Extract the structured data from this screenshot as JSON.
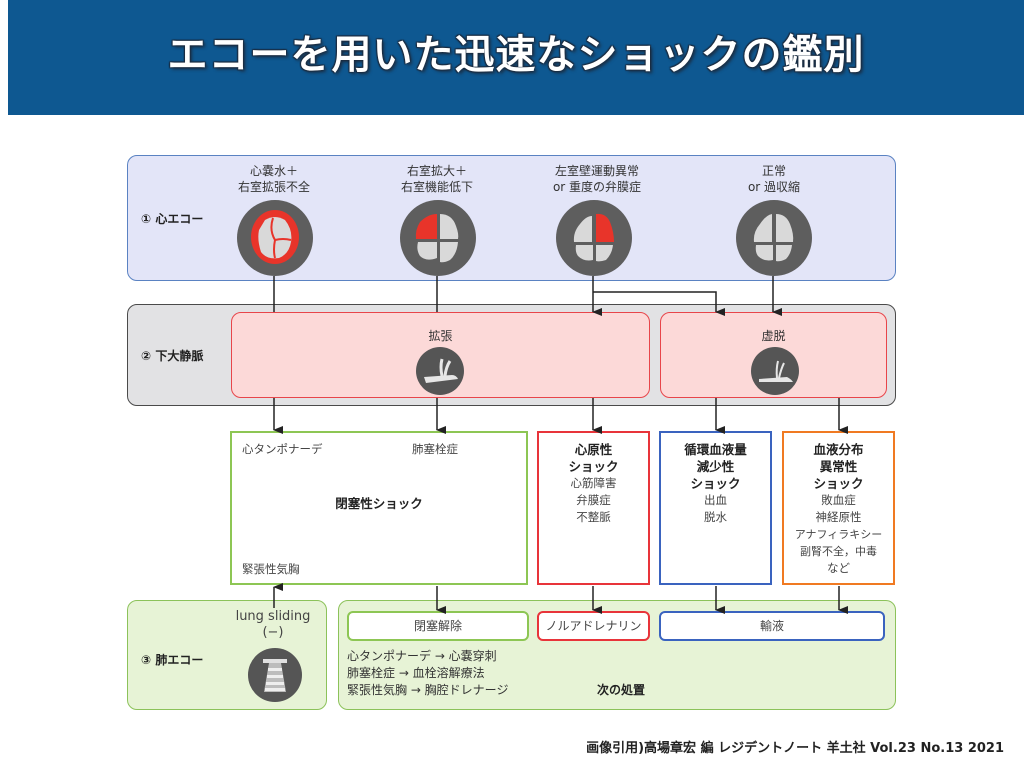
{
  "header": {
    "title": "エコーを用いた迅速なショックの鑑別"
  },
  "steps": {
    "heart": {
      "label": "① 心エコー"
    },
    "ivc": {
      "label": "② 下大静脈"
    },
    "lung": {
      "label": "③ 肺エコー"
    }
  },
  "heart_findings": [
    {
      "line1": "心嚢水＋",
      "line2": "右室拡張不全",
      "icon": "heart-pericardial-effusion-icon"
    },
    {
      "line1": "右室拡大＋",
      "line2": "右室機能低下",
      "icon": "heart-rv-dilation-icon"
    },
    {
      "line1": "左室壁運動異常",
      "line2": "or 重度の弁膜症",
      "icon": "heart-lv-dysfunction-icon"
    },
    {
      "line1": "正常",
      "line2": "or 過収縮",
      "icon": "heart-normal-icon"
    }
  ],
  "ivc_findings": [
    {
      "label": "拡張",
      "icon": "ivc-dilated-icon"
    },
    {
      "label": "虚脱",
      "icon": "ivc-collapsed-icon"
    }
  ],
  "shock_types": {
    "obstructive": {
      "title": "閉塞性ショック",
      "items": [
        "心タンポナーデ",
        "肺塞栓症",
        "緊張性気胸"
      ]
    },
    "cardiogenic": {
      "title_lines": [
        "心原性",
        "ショック"
      ],
      "items": [
        "心筋障害",
        "弁膜症",
        "不整脈"
      ]
    },
    "hypovolemic": {
      "title_lines": [
        "循環血液量",
        "減少性",
        "ショック"
      ],
      "items": [
        "出血",
        "脱水"
      ]
    },
    "distributive": {
      "title_lines": [
        "血液分布",
        "異常性",
        "ショック"
      ],
      "items": [
        "敗血症",
        "神経原性",
        "アナフィラキシー",
        "副腎不全，中毒",
        "など"
      ]
    }
  },
  "lung_echo": {
    "finding_line1": "lung sliding",
    "finding_line2": "(−)",
    "icon": "lung-sliding-absent-icon"
  },
  "treatments": {
    "release": "閉塞解除",
    "noradrenaline": "ノルアドレナリン",
    "fluids": "輸液",
    "details": [
      "心タンポナーデ → 心嚢穿刺",
      "肺塞栓症 → 血栓溶解療法",
      "緊張性気胸 → 胸腔ドレナージ"
    ],
    "section_label": "次の処置"
  },
  "credit": "画像引用)高場章宏 編 レジデントノート 羊土社 Vol.23 No.13  2021",
  "colors": {
    "header_bg": "#0e5891",
    "heart_band": "#e3e5f8",
    "ivc_band": "#e2e2e4",
    "lung_band": "#e7f3d6",
    "pink_box": "#fcd9d8",
    "obstructive": "#8dc654",
    "cardiogenic": "#e8343a",
    "hypovolemic": "#3a63bf",
    "distributive": "#f07a22"
  }
}
